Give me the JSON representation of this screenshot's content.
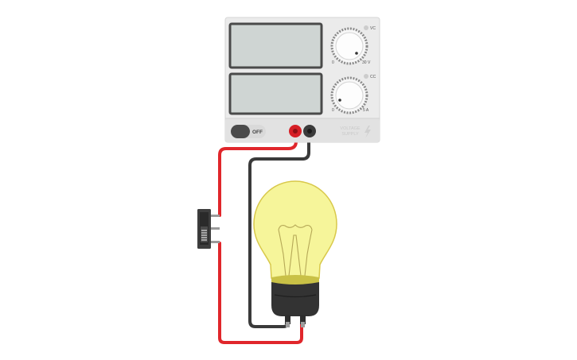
{
  "power_supply": {
    "voltage_display_value": "",
    "current_display_value": "",
    "vc_label": "VC",
    "cc_label": "CC",
    "voltage_min_label": "0",
    "voltage_max_label": "30 V",
    "current_min_label": "0",
    "current_max_label": "5 A",
    "power_switch_label": "OFF",
    "power_on": false,
    "brand_line1": "VOLTAGE",
    "brand_line2": "SUPPLY"
  },
  "slide_switch": {
    "state": "off"
  },
  "bulb": {
    "lit": true
  },
  "colors": {
    "wire_positive": "#e0262b",
    "wire_negative": "#3a3a3a",
    "terminal_positive": "#d61f26",
    "terminal_negative": "#3b3b3b",
    "supply_body": "#ebebeb",
    "display_bg": "#cfd5d3",
    "bulb_glass": "#f6f59a",
    "bulb_base": "#333333",
    "off_label": "#444444",
    "brand_text": "#c9c9c9"
  }
}
